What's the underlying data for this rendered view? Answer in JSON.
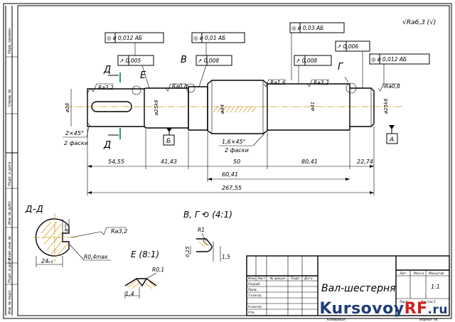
{
  "roughness_note": "√Ra6,3 (√)",
  "tolerances": {
    "t1": "◎ ø 0,012  АБ",
    "t2": "◎ ø 0,01  АБ",
    "t3": "◎ ø 0,03  АБ",
    "t4": "◎ ø 0,012  АБ",
    "r1": "↗ 0,005",
    "r2": "↗ 0,008",
    "r3": "↗ 0,008",
    "r4": "↗ 0,006"
  },
  "roughness": {
    "ra32_left": "Ra3,2",
    "ra08_a": "Ra0,8",
    "ra16": "Ra1,6",
    "ra32_mid": "Ra3,2",
    "ra08_b": "Ra0,8"
  },
  "letters": {
    "D_top": "Д",
    "D_bot": "Д",
    "E": "Е",
    "V": "В",
    "G": "Г",
    "B": "Б",
    "A": "А"
  },
  "dims": {
    "d_left": "ø28",
    "d_bearing1": "ø25k6",
    "d_mid": "ø44",
    "d_gear": "ø41",
    "d_bearing2": "ø25k6",
    "chamfer_l": "2×45°",
    "chamfer_l2": "2 фаски",
    "chamfer_m": "1,6×45°",
    "chamfer_m2": "2 фаски",
    "l1": "54,55",
    "l2": "41,43",
    "l3": "50",
    "l4": "80,41",
    "l5": "22,74",
    "l6": "60,41",
    "l7": "267,55"
  },
  "section": {
    "title": "Д–Д",
    "depth": "8ᴴ⁹",
    "ra": "Ra3,2",
    "radius": "R0,4max",
    "width": "24ₖ₆"
  },
  "view_bg": {
    "title": "В, Г ⟲ (4:1)",
    "r1": "R1",
    "d025": "0,25",
    "d15": "1,5"
  },
  "view_e": {
    "title": "Е (8:1)",
    "r": "R0,1",
    "d14": "1,4"
  },
  "title_block": {
    "name": "Вал-шестерня",
    "scale": "1:1",
    "sheet": "Лист",
    "sheets": "Листов 1",
    "lit": "Лит.",
    "mass": "Масса",
    "masshtab": "Масштаб",
    "izm": "Изм.",
    "list": "Лист",
    "ndoc": "№ докум.",
    "podp": "Подп.",
    "data": "Дата",
    "razrab": "Разраб.",
    "prov": "Пров.",
    "tkontr": "Т.контр.",
    "nkontr": "Н.контр.",
    "utv": "Утв.",
    "kopir": "Копировал",
    "format": "Формат А4"
  },
  "side_labels": [
    "Перв. примен.",
    "Справ. №",
    "Подп. и дата",
    "Инв. № дубл.",
    "Взам. инв. №",
    "Подп. и дата",
    "Инв. № подл."
  ],
  "watermark": {
    "main": "KursovoyRF",
    "dot": ".ru"
  }
}
